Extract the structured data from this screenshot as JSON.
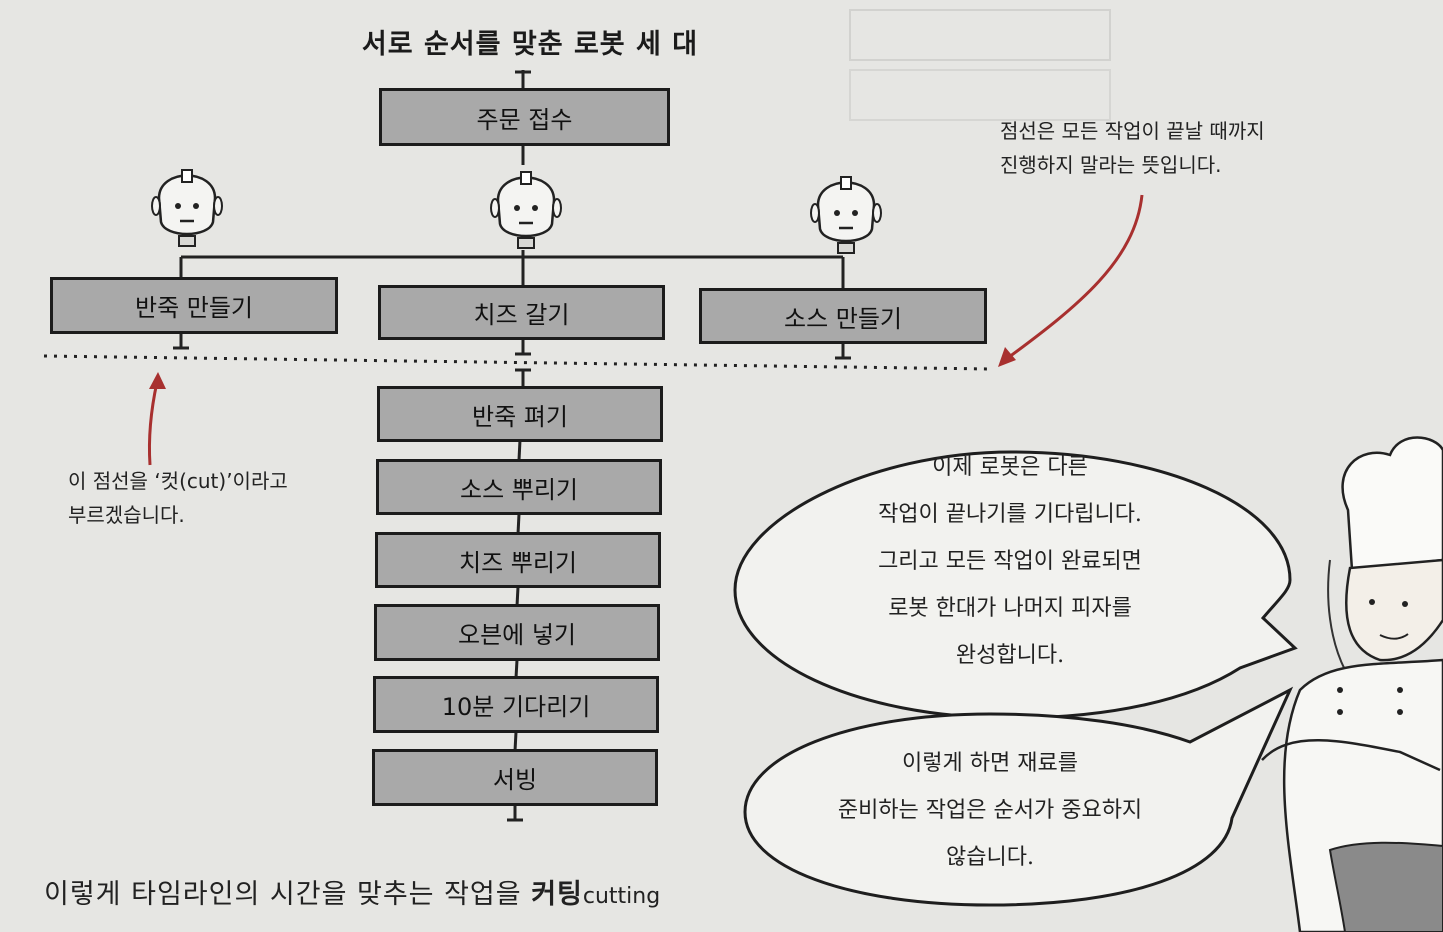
{
  "diagram": {
    "title": "서로 순서를 맞춘 로봇 세 대",
    "top_step": "주문 접수",
    "parallel_steps": [
      "반죽 만들기",
      "치즈 갈기",
      "소스 만들기"
    ],
    "sequential_steps": [
      "반죽 펴기",
      "소스 뿌리기",
      "치즈 뿌리기",
      "오븐에 넣기",
      "10분 기다리기",
      "서빙"
    ]
  },
  "annotations": {
    "dotted_line_note": [
      "점선은 모든 작업이 끝날 때까지",
      "진행하지 말라는 뜻입니다."
    ],
    "cut_note": [
      "이 점선을 ‘컷(cut)’이라고",
      "부르겠습니다."
    ]
  },
  "bubbles": {
    "top": [
      "이제 로봇은 다른",
      "작업이 끝나기를 기다립니다.",
      "그리고 모든 작업이 완료되면",
      "로봇 한대가 나머지 피자를",
      "완성합니다."
    ],
    "bottom": [
      "이렇게 하면 재료를",
      "준비하는 작업은 순서가 중요하지",
      "않습니다."
    ]
  },
  "footer": {
    "text": "이렇게 타임라인의 시간을 맞추는 작업을 ",
    "bold": "커팅",
    "suffix": "cutting"
  },
  "colors": {
    "box_fill": "#a9a9a9",
    "arrow_red": "#a8302f",
    "background": "#e6e6e3"
  }
}
